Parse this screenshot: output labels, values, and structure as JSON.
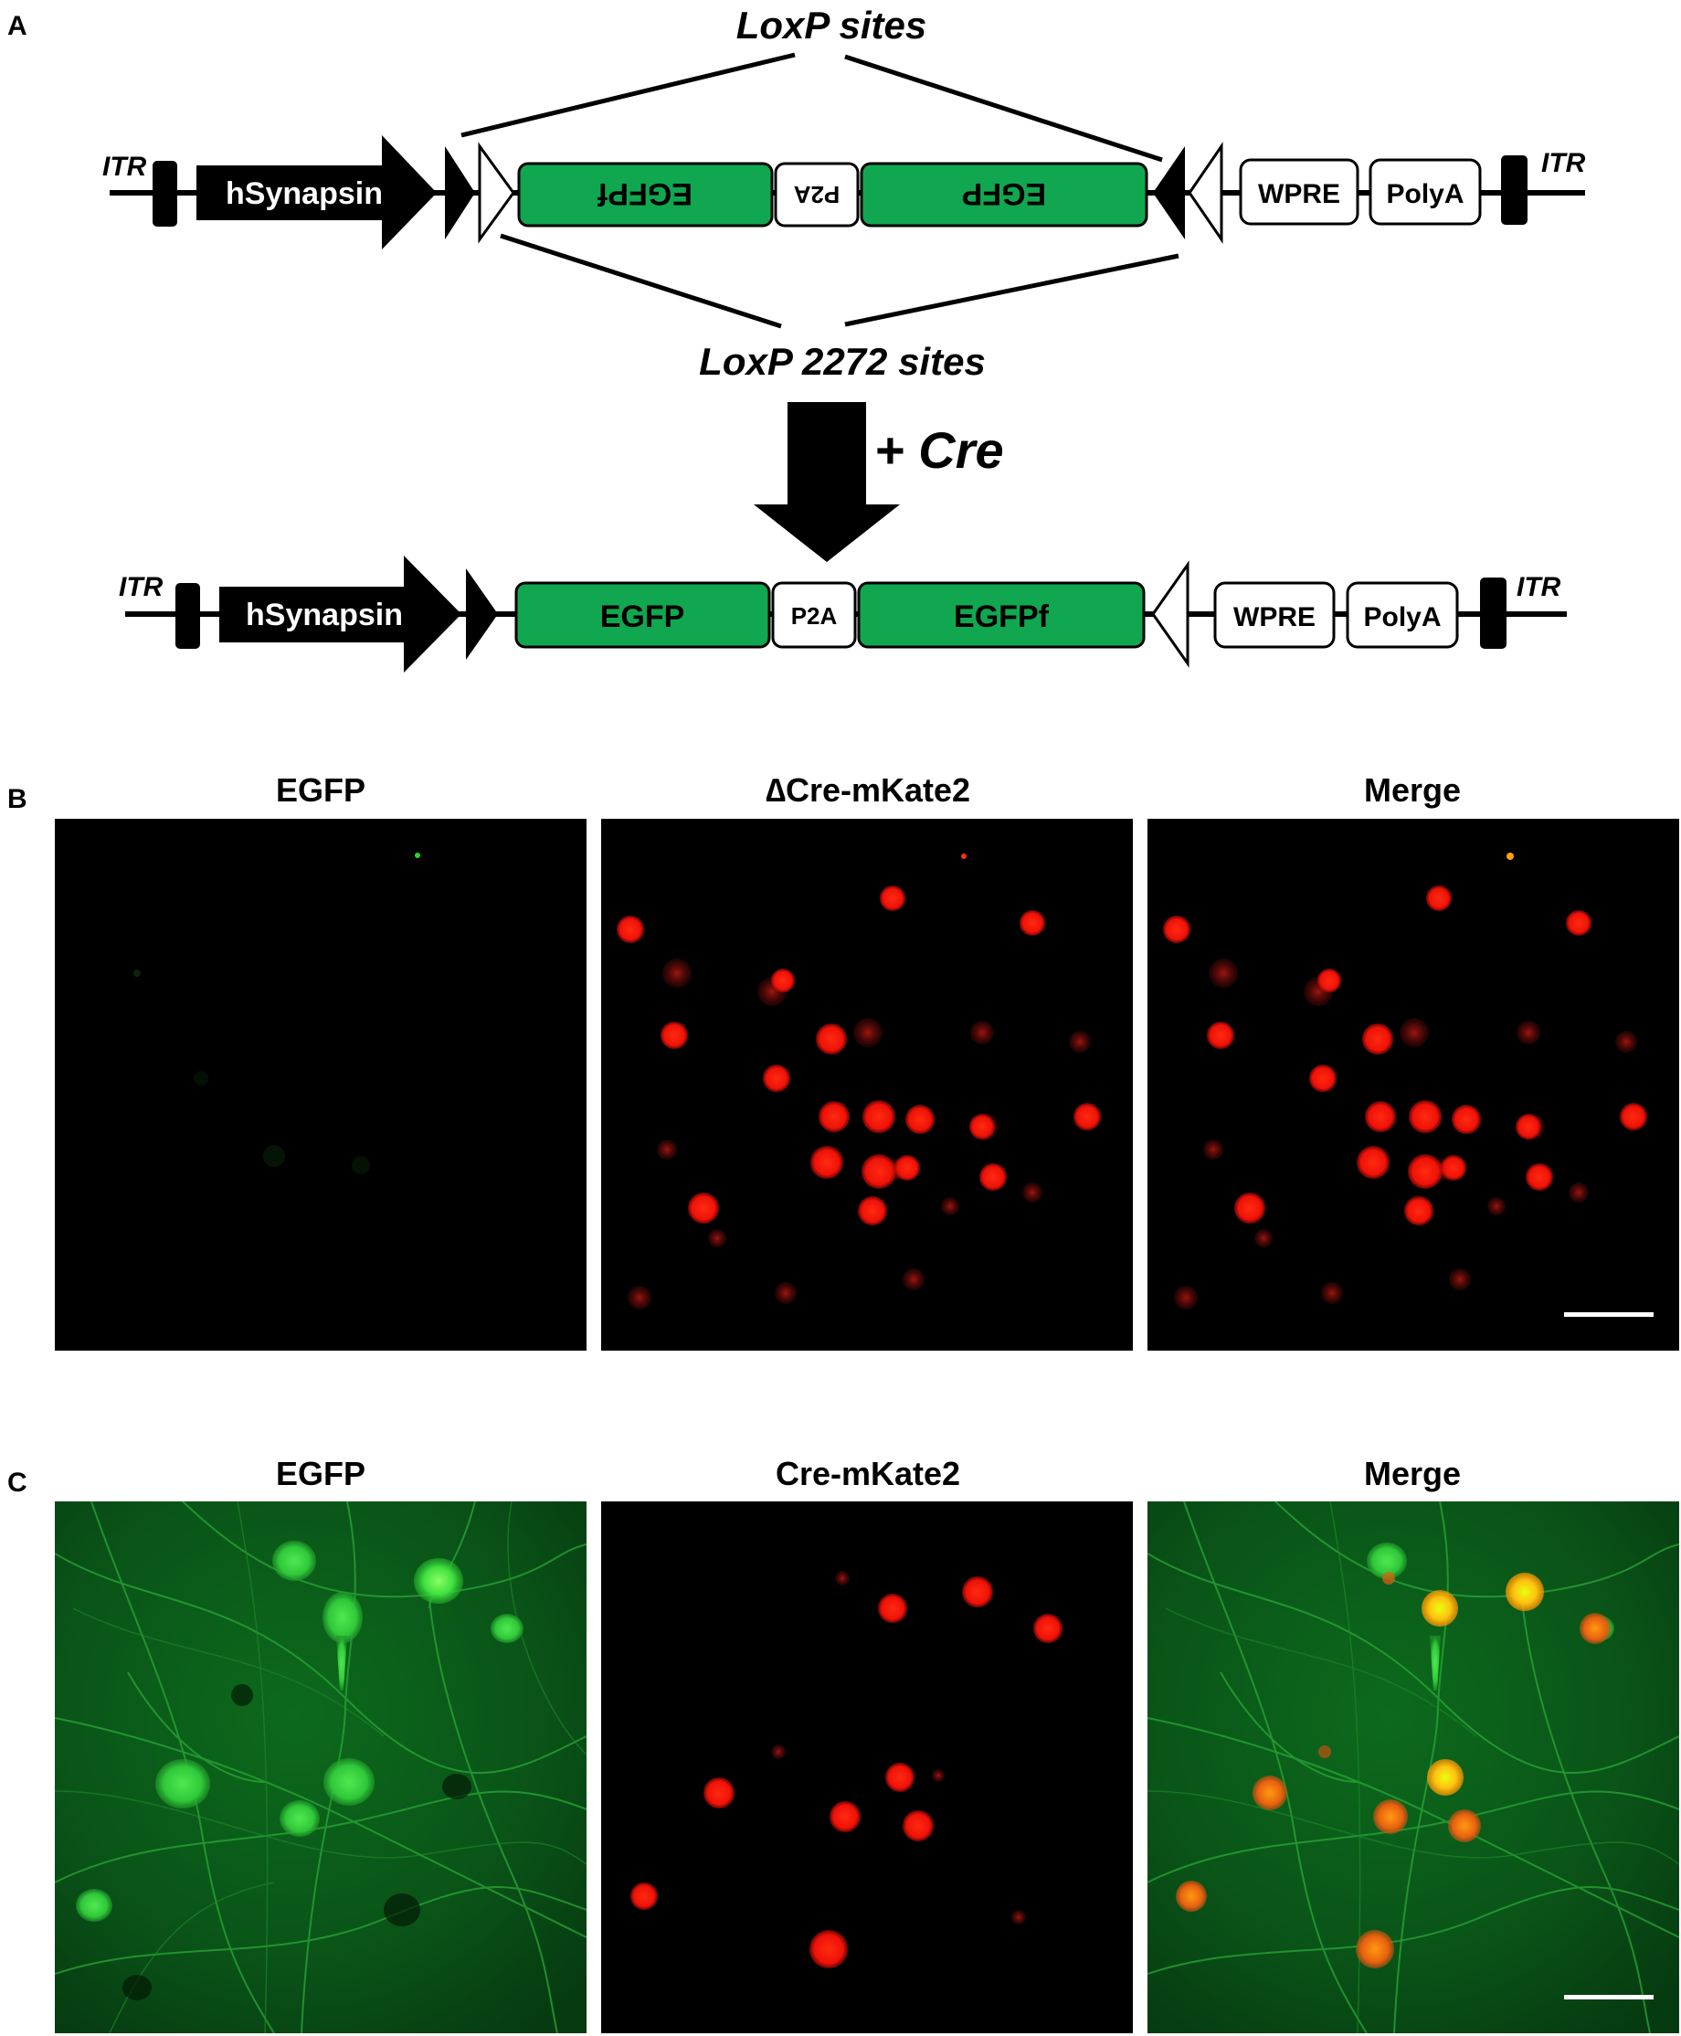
{
  "panels": {
    "a": {
      "letter": "A",
      "loxp_label": "LoxP sites",
      "loxp2272_label": "LoxP 2272 sites",
      "cre_label": "+ Cre",
      "top_construct": {
        "itr_left": "ITR",
        "itr_right": "ITR",
        "promoter": "hSynapsin",
        "gene1": "EGFPf",
        "linker": "P2A",
        "gene2": "EGFP",
        "wpre": "WPRE",
        "polya": "PolyA"
      },
      "bottom_construct": {
        "itr_left": "ITR",
        "itr_right": "ITR",
        "promoter": "hSynapsin",
        "gene1": "EGFP",
        "linker": "P2A",
        "gene2": "EGFPf",
        "wpre": "WPRE",
        "polya": "PolyA"
      }
    },
    "b": {
      "letter": "B",
      "titles": [
        "EGFP",
        "∆Cre-mKate2",
        "Merge"
      ]
    },
    "c": {
      "letter": "C",
      "titles": [
        "EGFP",
        "Cre-mKate2",
        "Merge"
      ]
    }
  },
  "colors": {
    "gene_green": "#10a750",
    "mkate_red": "#ff1a10",
    "egfp_green": "#22c52e",
    "black": "#000000"
  }
}
